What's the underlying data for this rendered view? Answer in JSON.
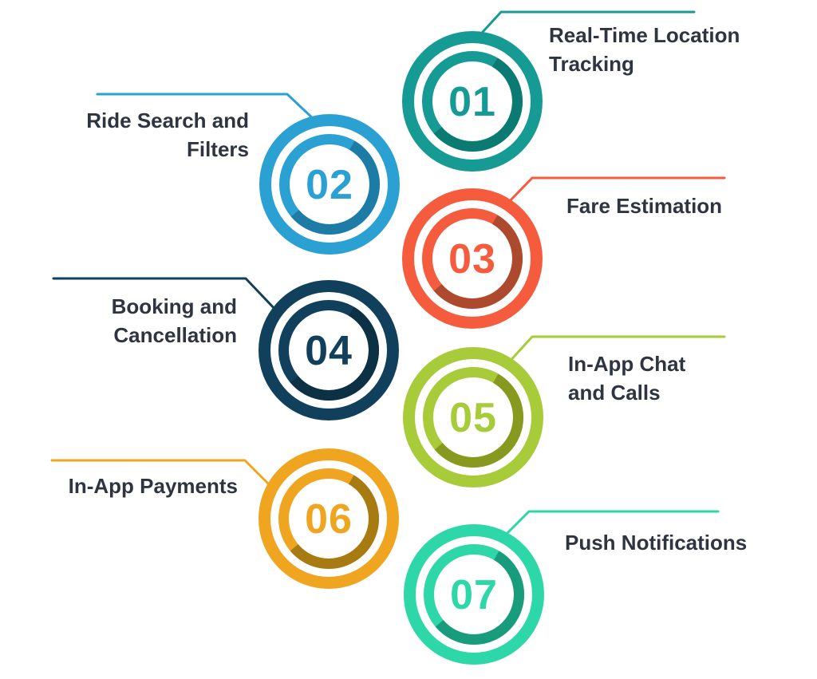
{
  "figure": {
    "background": "#ffffff",
    "text_color": "#2e3540",
    "steps": [
      {
        "number": "01",
        "label": "Real-Time Location Tracking",
        "label_line1": "Real-Time Location",
        "label_line2": "Tracking",
        "color": "#169a94",
        "dark_color": "#0b7a73"
      },
      {
        "number": "02",
        "label": "Ride Search and Filters",
        "label_line1": "Ride Search and",
        "label_line2": "Filters",
        "color": "#2aa0d3",
        "dark_color": "#1c7ca6"
      },
      {
        "number": "03",
        "label": "Fare Estimation",
        "label_line1": "Fare Estimation",
        "color": "#f55b3d",
        "dark_color": "#ad4a2e"
      },
      {
        "number": "04",
        "label": "Booking and Cancellation",
        "label_line1": "Booking and",
        "label_line2": "Cancellation",
        "color": "#11405c",
        "dark_color": "#0c3044"
      },
      {
        "number": "05",
        "label": "In-App Chat and Calls",
        "label_line1": "In-App Chat",
        "label_line2": "and Calls",
        "color": "#a7cb39",
        "dark_color": "#87991f"
      },
      {
        "number": "06",
        "label": "In-App Payments",
        "label_line1": "In-App Payments",
        "color": "#efa51f",
        "dark_color": "#a87a12"
      },
      {
        "number": "07",
        "label": "Push Notifications",
        "label_line1": "Push Notifications",
        "color": "#2ed7a7",
        "dark_color": "#189c7c"
      }
    ]
  }
}
